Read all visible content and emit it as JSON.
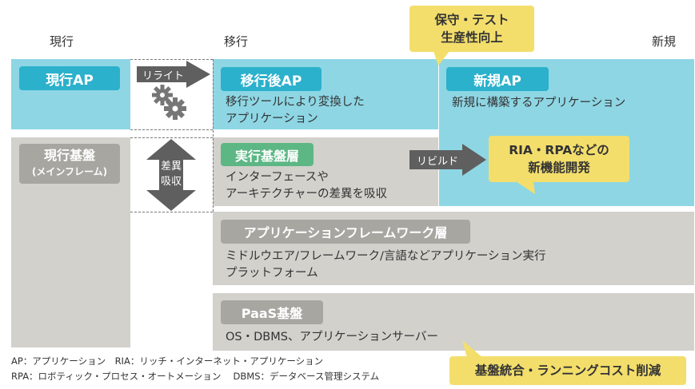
{
  "columns": {
    "current": "現行",
    "migration": "移行",
    "new": "新規"
  },
  "current_ap": {
    "tag": "現行AP"
  },
  "current_base": {
    "tag_line1": "現行基盤",
    "tag_line2": "(メインフレーム)"
  },
  "rewrite_label": "リライト",
  "absorb_label": {
    "line1": "差異",
    "line2": "吸収"
  },
  "migrated_ap": {
    "tag": "移行後AP",
    "desc1": "移行ツールにより変換した",
    "desc2": "アプリケーション"
  },
  "runtime_layer": {
    "tag": "実行基盤層",
    "desc1": "インターフェースや",
    "desc2": "アーキテクチャーの差異を吸収"
  },
  "rebuild_label": "リビルド",
  "new_ap": {
    "tag": "新規AP",
    "desc": "新規に構築するアプリケーション"
  },
  "callout_top": {
    "line1": "保守・テスト",
    "line2": "生産性向上"
  },
  "callout_mid": {
    "line1": "RIA・RPAなどの",
    "line2": "新機能開発"
  },
  "callout_bottom": "基盤統合・ランニングコスト削減",
  "framework_layer": {
    "tag": "アプリケーションフレームワーク層",
    "desc1": "ミドルウエア/フレームワーク/言語などアプリケーション実行",
    "desc2": "プラットフォーム"
  },
  "paas": {
    "tag": "PaaS基盤",
    "desc": "OS・DBMS、アプリケーションサーバー"
  },
  "legend": {
    "line1": "AP：アプリケーション　RIA：リッチ・インターネット・アプリケーション",
    "line2": "RPA：ロボティック・プロセス・オートメーション　 DBMS：データベース管理システム"
  },
  "colors": {
    "cyan_panel": "#8ed6e4",
    "cyan_tag": "#2bb1cc",
    "gray_panel": "#d2d1cc",
    "gray_tag": "#a7a6a1",
    "green_tag": "#5cb784",
    "callout": "#f3de6c",
    "arrow": "#5f5f5f"
  }
}
